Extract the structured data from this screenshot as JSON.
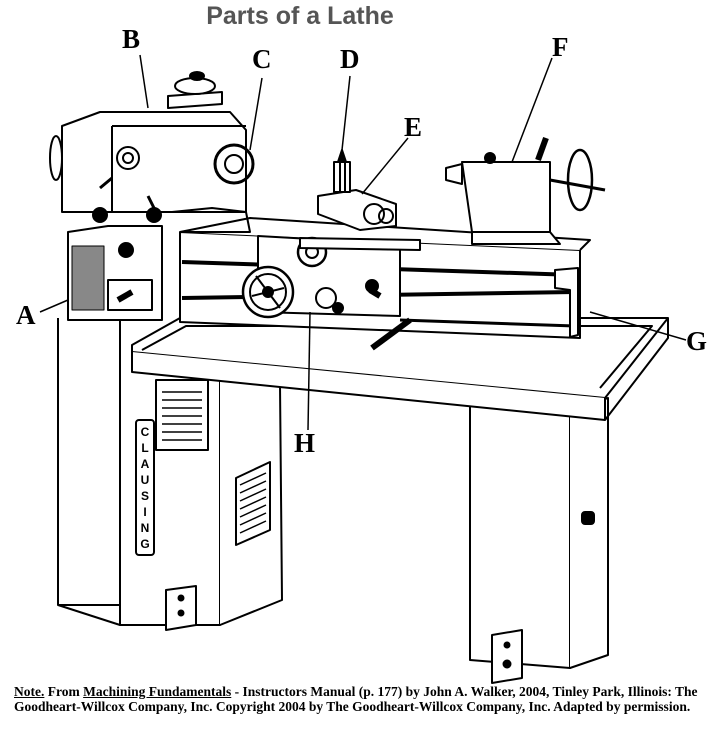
{
  "title": "Parts of a Lathe",
  "callouts": {
    "A": "A",
    "B": "B",
    "C": "C",
    "D": "D",
    "E": "E",
    "F": "F",
    "G": "G",
    "H": "H"
  },
  "nameplate": [
    "C",
    "L",
    "A",
    "U",
    "S",
    "I",
    "N",
    "G"
  ],
  "note": {
    "lead": "Note.",
    "sp1": " From ",
    "book": "Machining Fundamentals",
    "rest": " - Instructors Manual (p. 177) by John A. Walker, 2004, Tinley Park, Illinois: The Goodheart-Willcox Company, Inc. Copyright 2004 by The Goodheart-Willcox Company, Inc. Adapted by permission."
  }
}
